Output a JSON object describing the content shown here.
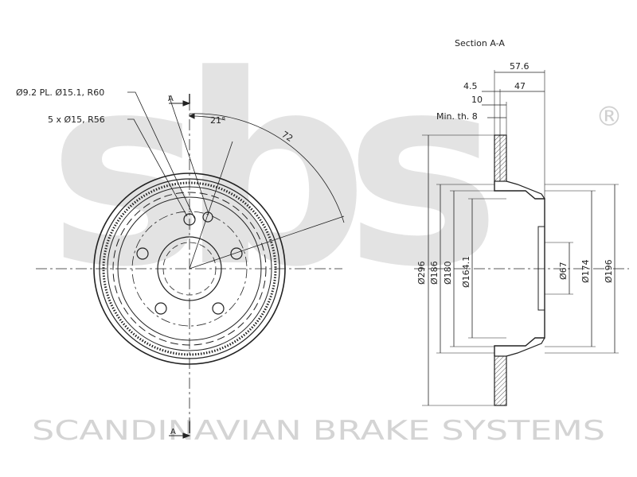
{
  "watermark": {
    "logo_text": "sbs",
    "registered_mark": "®",
    "brand_line": "SCANDINAVIAN BRAKE SYSTEMS",
    "color": "#d9d9d9"
  },
  "front_view": {
    "callout_holes": "Ø9.2  PL. Ø15.1, R60",
    "callout_bolts": "5 x Ø15, R56",
    "section_marker_top": "A",
    "section_marker_bottom": "A",
    "angle_label": "21°",
    "radius_label": "72"
  },
  "section_view": {
    "title": "Section A-A",
    "dim_57_6": "57.6",
    "dim_4_5": "4.5",
    "dim_47": "47",
    "dim_10": "10",
    "min_thickness": "Min. th. 8",
    "dia_296": "Ø296",
    "dia_186": "Ø186",
    "dia_180": "Ø180",
    "dia_164_1": "Ø164.1",
    "dia_67": "Ø67",
    "dia_174": "Ø174",
    "dia_196": "Ø196"
  },
  "colors": {
    "line": "#222222",
    "hatch": "#555555"
  }
}
